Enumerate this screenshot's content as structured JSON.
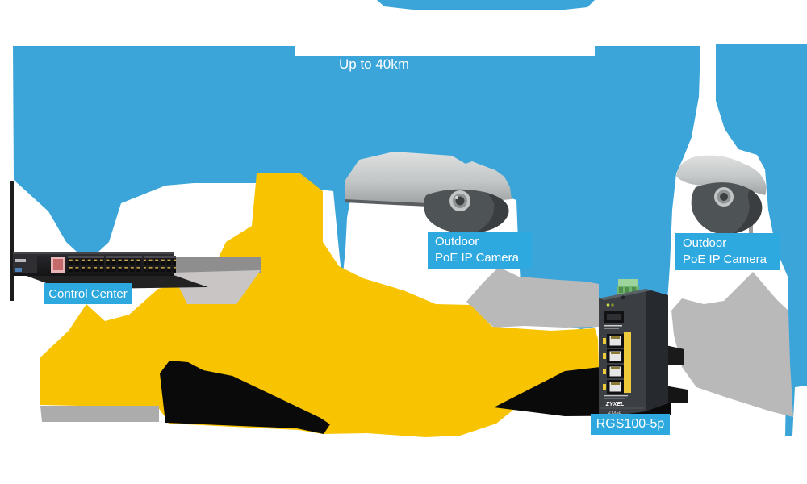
{
  "scene": {
    "background_color": "#ffffff",
    "distance_label": "Up to 40km",
    "labels": {
      "control_center": "Control Center",
      "camera_left_line1": "Outdoor",
      "camera_left_line2": "PoE IP Camera",
      "camera_right_line1": "Outdoor",
      "camera_right_line2": "PoE IP Camera",
      "switch_model": "RGS100-5p"
    },
    "devices": {
      "rack_switch": {
        "role": "Control Center rack switch",
        "port_groups": 3
      },
      "camera_left": {
        "type": "Outdoor PoE IP Camera"
      },
      "camera_right": {
        "type": "Outdoor PoE IP Camera"
      },
      "poe_switch": {
        "model": "RGS100-5p",
        "brand": "ZYXEL",
        "rj45_ports": 4,
        "sfp_ports": 1
      }
    },
    "links": [
      {
        "name": "fiber-uplink",
        "annotation": "Up to 40km",
        "from": "RGS100-5p",
        "to": "Control Center",
        "color_key": "link_blue"
      },
      {
        "name": "backhaul-path",
        "from": "RGS100-5p",
        "to": "Control Center",
        "color_key": "poe_yellow"
      },
      {
        "name": "camera-uplink-left",
        "from": "Outdoor PoE IP Camera",
        "to": "RGS100-5p",
        "color_key": "camera_link_gray"
      },
      {
        "name": "camera-uplink-right",
        "from": "Outdoor PoE IP Camera",
        "to": "RGS100-5p",
        "color_key": "camera_link_gray"
      }
    ],
    "colors": {
      "link_blue": "#3BA5D9",
      "label_blue": "#2EA9E0",
      "poe_yellow": "#F8C402",
      "camera_link_gray": "#B9B9B9",
      "road_gray": "#ACACAC",
      "shadow_black": "#0A0A0A",
      "device_dark": "#3B3F44"
    }
  }
}
